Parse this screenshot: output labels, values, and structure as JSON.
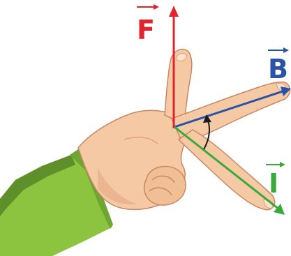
{
  "labels": {
    "force": "F",
    "field": "B",
    "current": "I"
  },
  "colors": {
    "force": "#e0242e",
    "field": "#2a52a8",
    "current": "#3aa83a",
    "angle_arrow": "#1a1a1a",
    "skin": "#f5c9a3",
    "skin_shadow": "#e2a47c",
    "skin_outline": "#c98662",
    "sleeve": "#8cc43f",
    "sleeve_dark": "#5e8f2a"
  },
  "icons": {
    "force_vector": "arrow-up",
    "field_vector": "arrow-right",
    "current_vector": "arrow-down-right",
    "angle_marker": "curved-arrow"
  }
}
